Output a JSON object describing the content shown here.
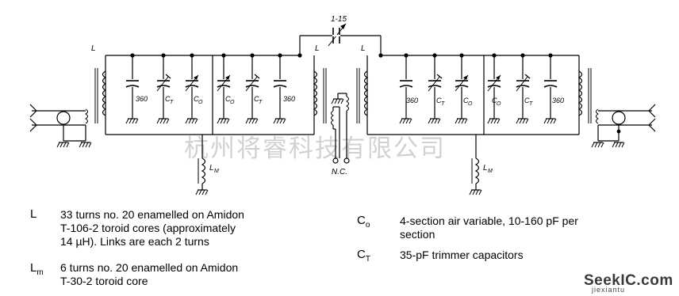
{
  "diagram": {
    "labels": {
      "L_left": "L",
      "L_mid_left": "L",
      "L_mid_right": "L",
      "link_cap": "1-15",
      "LM_left": "L",
      "LM_left_sub": "M",
      "LM_right": "L",
      "LM_right_sub": "M",
      "nc": "N.C.",
      "cap_360": "360",
      "CT": "C",
      "CT_sub": "T",
      "CO": "C",
      "CO_sub": "O"
    }
  },
  "watermark": "杭州将睿科技有限公司",
  "legend": {
    "L_sym": "L",
    "L_text_1": "33 turns no. 20 enamelled on Amidon",
    "L_text_2": "T-106-2 toroid cores (approximately",
    "L_text_3": "14 µH). Links are each 2 turns",
    "Lm_sym": "L",
    "Lm_sub": "m",
    "Lm_text_1": "6 turns no. 20 enamelled on Amidon",
    "Lm_text_2": "T-30-2 toroid core",
    "Co_sym": "C",
    "Co_sub": "o",
    "Co_text_1": "4-section air variable, 10-160 pF per",
    "Co_text_2": "section",
    "Ct_sym": "C",
    "Ct_sub": "T",
    "Ct_text": "35-pF trimmer capacitors"
  },
  "logo": {
    "line1": "SeekIC.com",
    "line2": "jiexiantu"
  }
}
